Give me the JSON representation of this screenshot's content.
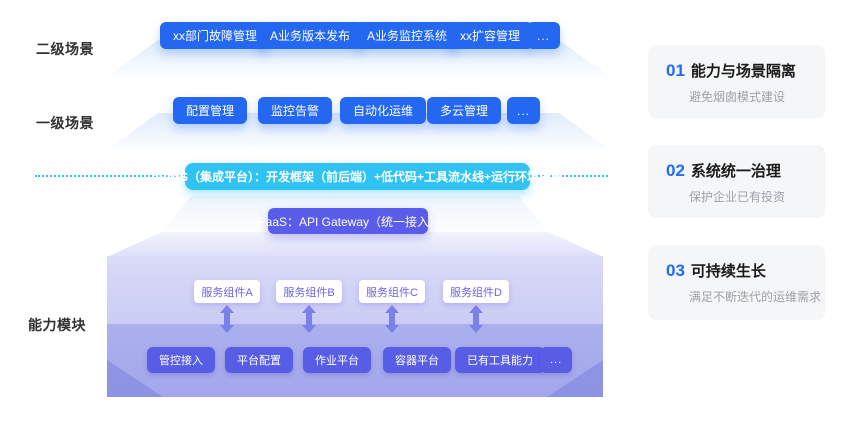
{
  "left_labels": {
    "secondary": "二级场景",
    "primary": "一级场景",
    "capability": "能力模块"
  },
  "secondary_row": {
    "items": [
      "xx部门故障管理",
      "A业务版本发布",
      "A业务监控系统",
      "xx扩容管理",
      "..."
    ]
  },
  "primary_row": {
    "items": [
      "配置管理",
      "监控告警",
      "自动化运维",
      "多云管理",
      "..."
    ]
  },
  "apaas": {
    "label": "aPaaS（集成平台）：开发框架（前后端）+低代码+工具流水线+运行环境托管"
  },
  "ipaas": {
    "label": "iPaaS：API Gateway（统一接入）"
  },
  "platform": {
    "components": [
      "服务组件A",
      "服务组件B",
      "服务组件C",
      "服务组件D"
    ],
    "tools": [
      "管控接入",
      "平台配置",
      "作业平台",
      "容器平台",
      "已有工具能力",
      "..."
    ]
  },
  "benefits": [
    {
      "num": "01",
      "title": "能力与场景隔离",
      "desc": "避免烟囱模式建设"
    },
    {
      "num": "02",
      "title": "系统统一治理",
      "desc": "保护企业已有投资"
    },
    {
      "num": "03",
      "title": "可持续生长",
      "desc": "满足不断迭代的运维需求"
    }
  ],
  "colors": {
    "chip_blue": "#2468F2",
    "apaas_cyan": "#2FC3F3",
    "ipaas_purple": "#5A5CEA",
    "tool_purple": "#575DE5",
    "component_text": "#6C63E9",
    "arrow_purple": "#7A80E9",
    "benefit_number_blue": "#1F6BF5",
    "benefit_desc_gray": "#9DA0A8",
    "dotted_line_cyan": "#2EC1F1"
  }
}
